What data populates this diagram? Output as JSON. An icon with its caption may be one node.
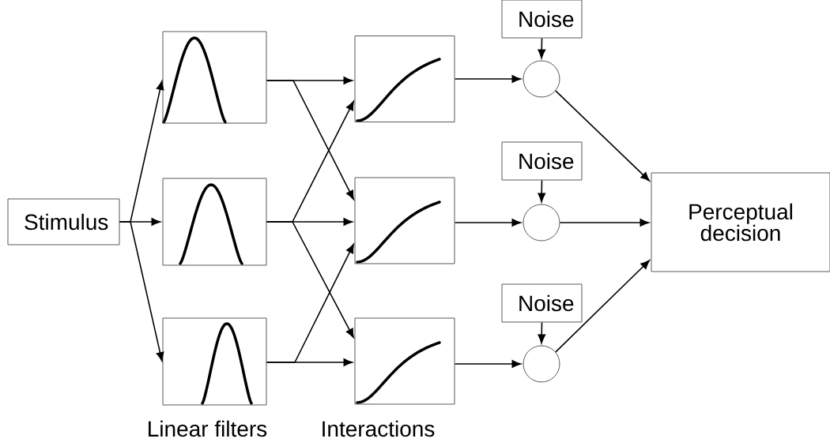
{
  "diagram": {
    "nodes": [
      {
        "text": [
          "Stimulus"
        ]
      },
      {
        "text": [],
        "shape": "box"
      },
      {
        "text": [],
        "shape": "box"
      },
      {
        "text": [],
        "shape": "box"
      },
      {
        "text": [],
        "shape": "box"
      },
      {
        "text": [],
        "shape": "box"
      },
      {
        "text": [],
        "shape": "box"
      },
      {
        "text": [
          "Noise"
        ]
      },
      {
        "text": [
          "Noise"
        ]
      },
      {
        "text": [
          "Noise"
        ]
      },
      {
        "text": [],
        "shape": "circle"
      },
      {
        "text": [],
        "shape": "circle"
      },
      {
        "text": [],
        "shape": "circle"
      },
      {
        "text": [
          "Perceptual decision"
        ]
      }
    ],
    "edges": [
      {
        "from": 0,
        "to": 1,
        "arrow": "to"
      },
      {
        "from": 0,
        "to": 2,
        "arrow": "to"
      },
      {
        "from": 0,
        "to": 3,
        "arrow": "to"
      },
      {
        "from": 1,
        "to": 4,
        "arrow": "to"
      },
      {
        "from": 1,
        "to": 5,
        "arrow": "to"
      },
      {
        "from": 2,
        "to": 4,
        "arrow": "to"
      },
      {
        "from": 2,
        "to": 5,
        "arrow": "to"
      },
      {
        "from": 2,
        "to": 6,
        "arrow": "to"
      },
      {
        "from": 3,
        "to": 5,
        "arrow": "to"
      },
      {
        "from": 3,
        "to": 6,
        "arrow": "to"
      },
      {
        "from": 4,
        "to": 10,
        "arrow": "to"
      },
      {
        "from": 5,
        "to": 11,
        "arrow": "to"
      },
      {
        "from": 6,
        "to": 12,
        "arrow": "to"
      },
      {
        "from": 7,
        "to": 10,
        "arrow": "to"
      },
      {
        "from": 8,
        "to": 11,
        "arrow": "to"
      },
      {
        "from": 9,
        "to": 12,
        "arrow": "to"
      },
      {
        "from": 10,
        "to": 13,
        "arrow": "to"
      },
      {
        "from": 11,
        "to": 13,
        "arrow": "to"
      },
      {
        "from": 12,
        "to": 13,
        "arrow": "to"
      }
    ],
    "labels": [
      "Linear filters",
      "Interactions"
    ]
  }
}
